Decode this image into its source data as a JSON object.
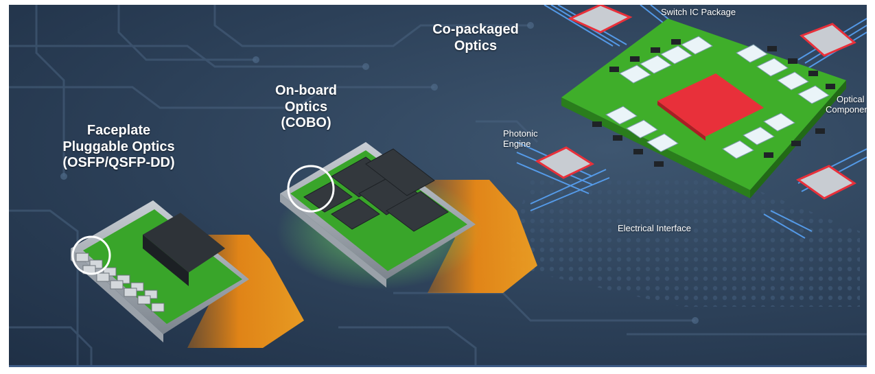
{
  "labels": {
    "faceplate": {
      "line1": "Faceplate",
      "line2": "Pluggable Optics",
      "line3": "(OSFP/QSFP-DD)"
    },
    "onboard": {
      "line1": "On-board",
      "line2": "Optics",
      "line3": "(COBO)"
    },
    "copackaged": {
      "line1": "Co-packaged",
      "line2": "Optics"
    },
    "switch_ic": "Switch IC Package",
    "optical_comp": {
      "line1": "Optical",
      "line2": "Componen"
    },
    "photonic": {
      "line1": "Photonic",
      "line2": "Engine"
    },
    "electrical": "Electrical Interface"
  },
  "colors": {
    "background": "#2c4058",
    "pcb_green": "#3fae2a",
    "chip_red": "#e8303a",
    "arrow_orange": "#f08a12",
    "fiber_blue": "#5aa8ff",
    "highlight_circle": "#ffffff"
  }
}
